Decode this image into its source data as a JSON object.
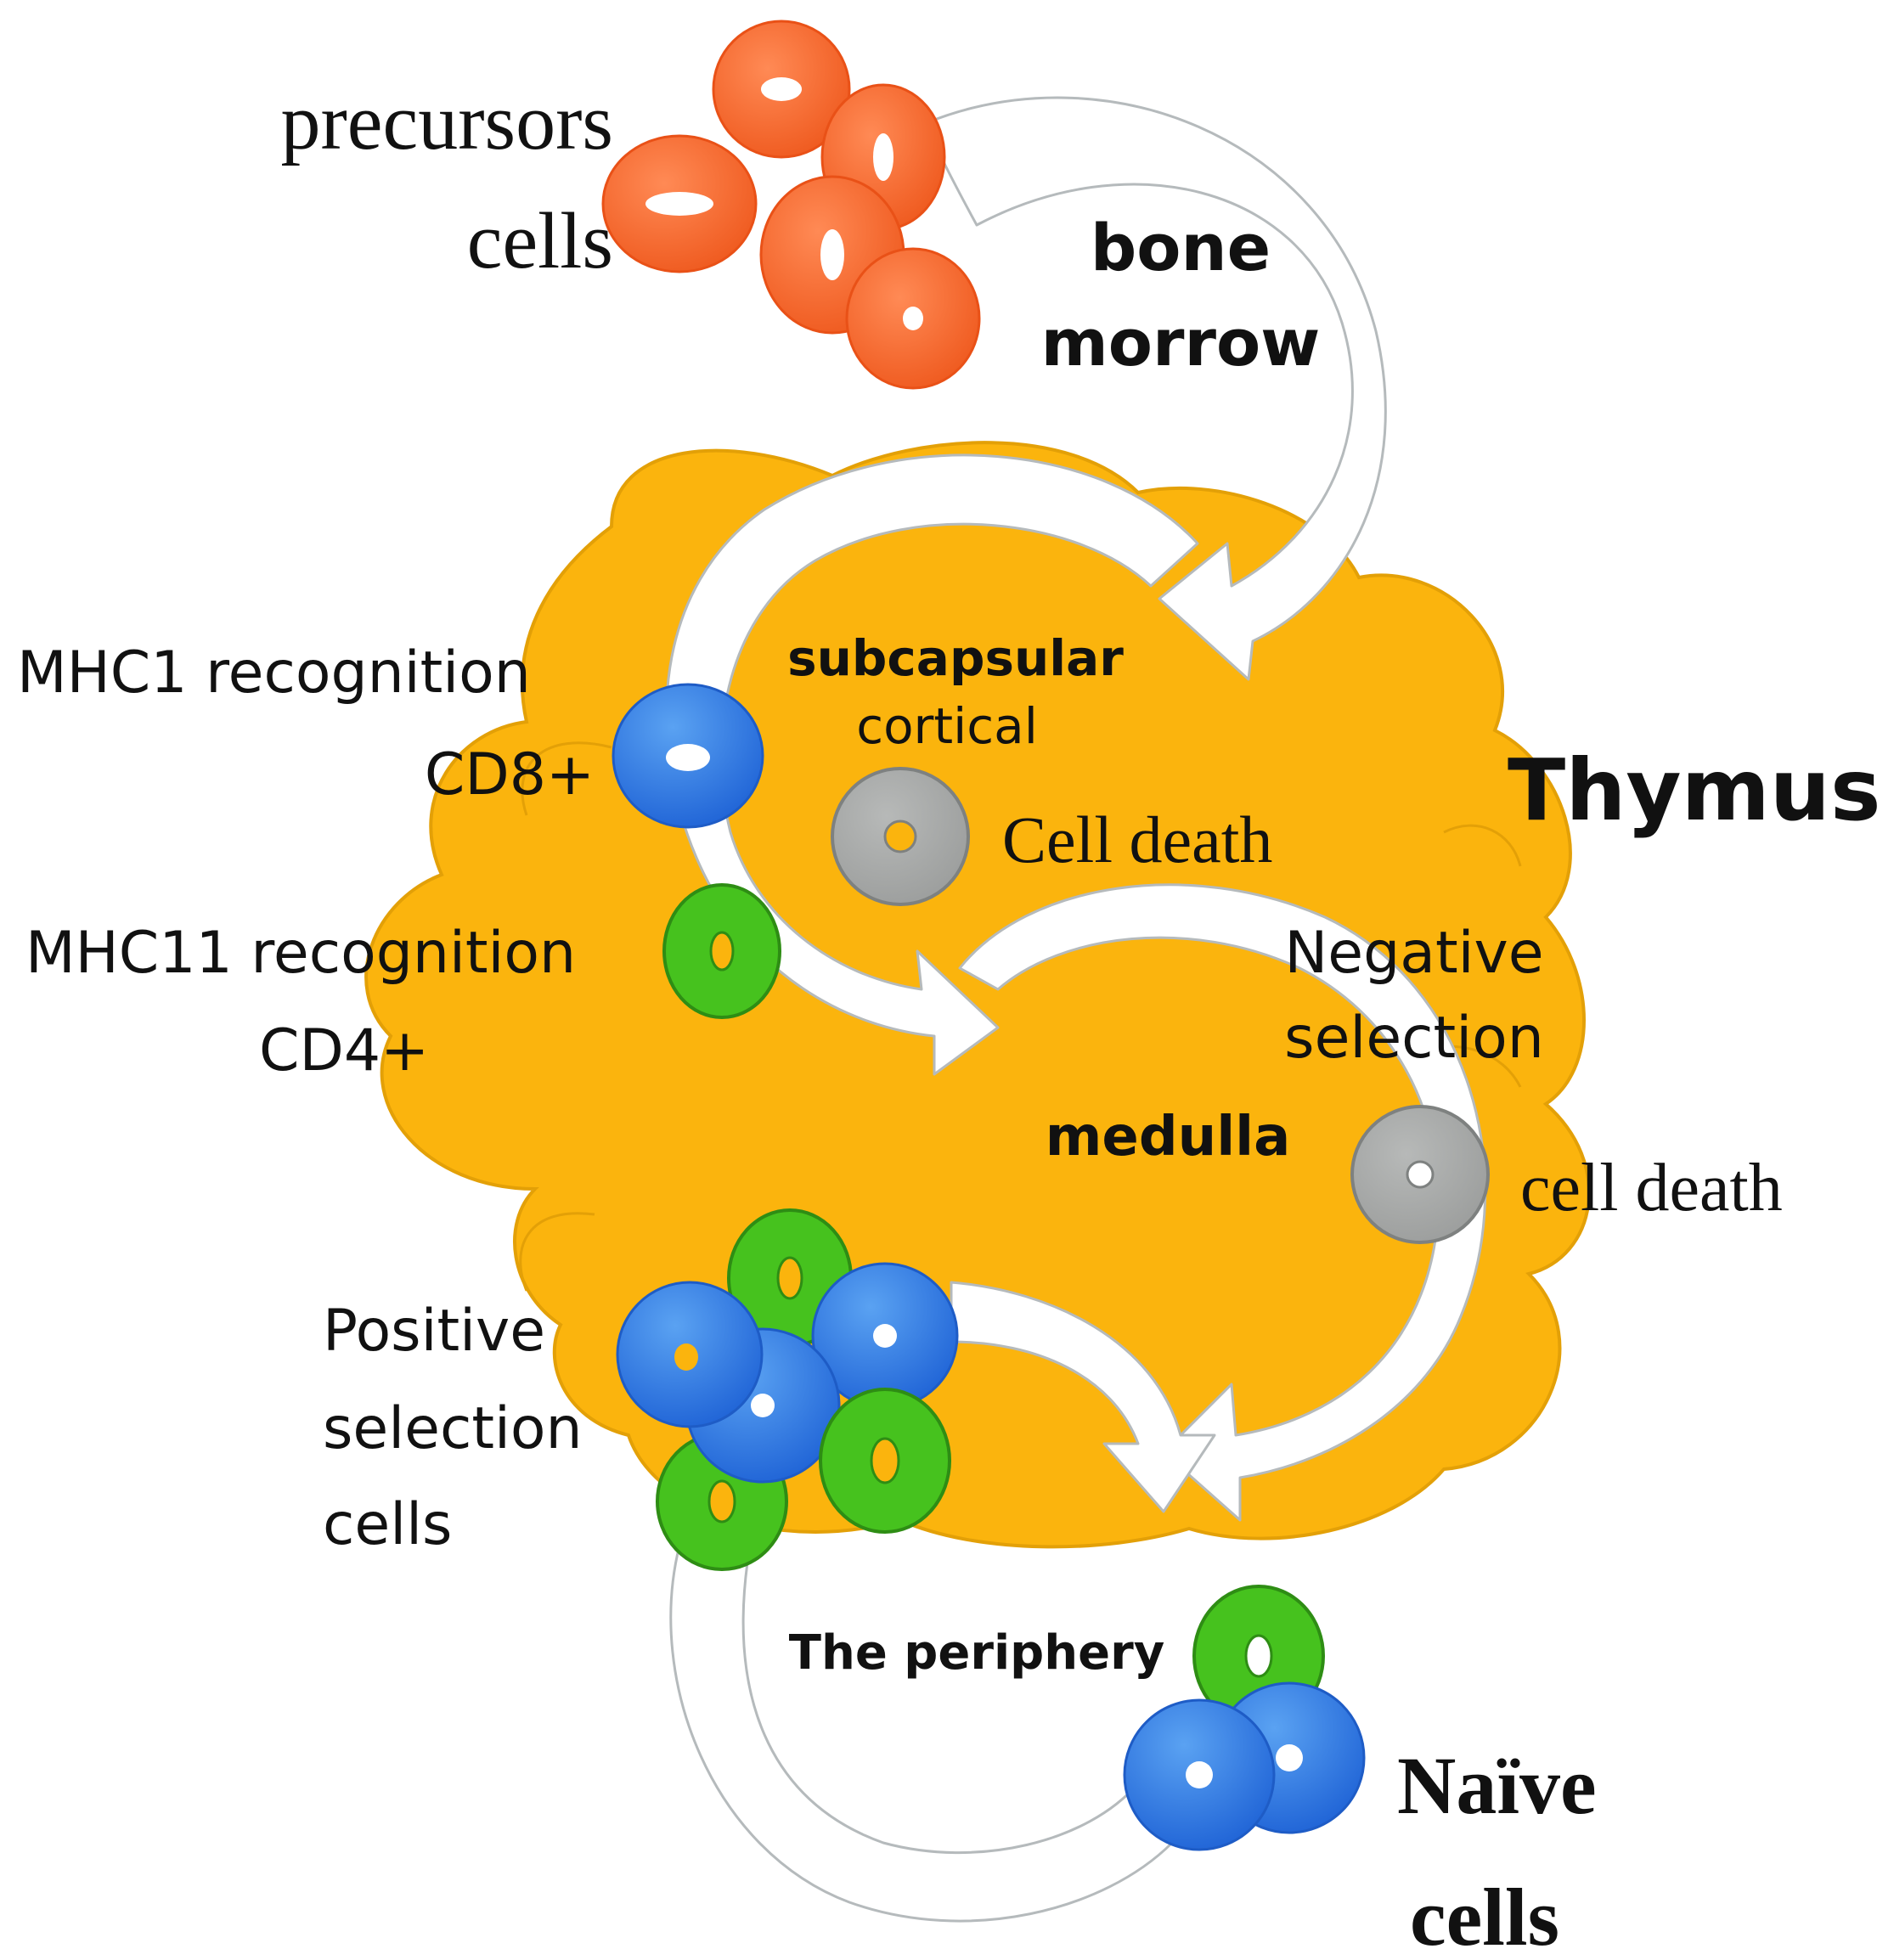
{
  "labels": {
    "precursors_line1": "precursors",
    "precursors_line2": "cells",
    "bone_line1": "bone",
    "bone_line2": "morrow",
    "mhc1": "MHC1 recognition",
    "cd8": "CD8+",
    "mhc2": "MHC11 recognition",
    "cd4": "CD4+",
    "subcapsular": "subcapsular",
    "cortical": "cortical",
    "thymus": "Thymus",
    "cell_death_1": "Cell death",
    "negative_line1": "Negative",
    "negative_line2": "selection",
    "medulla": "medulla",
    "cell_death_2": "cell death",
    "positive_line1": "Positive",
    "positive_line2": "selection",
    "positive_line3": "cells",
    "periphery": "The periphery",
    "naive_line1": "Naïve",
    "naive_line2": "cells"
  },
  "colors": {
    "thymus_fill": "#FBB40D",
    "thymus_outline": "#E6A20A",
    "precursor_cell": "#F3622A",
    "cd8_cell": "#2F7FE3",
    "cd4_cell": "#44C01C",
    "dead_cell": "#A7A9A8",
    "arrow_fill": "#FFFFFF",
    "arrow_outline": "#B8BDBF"
  }
}
